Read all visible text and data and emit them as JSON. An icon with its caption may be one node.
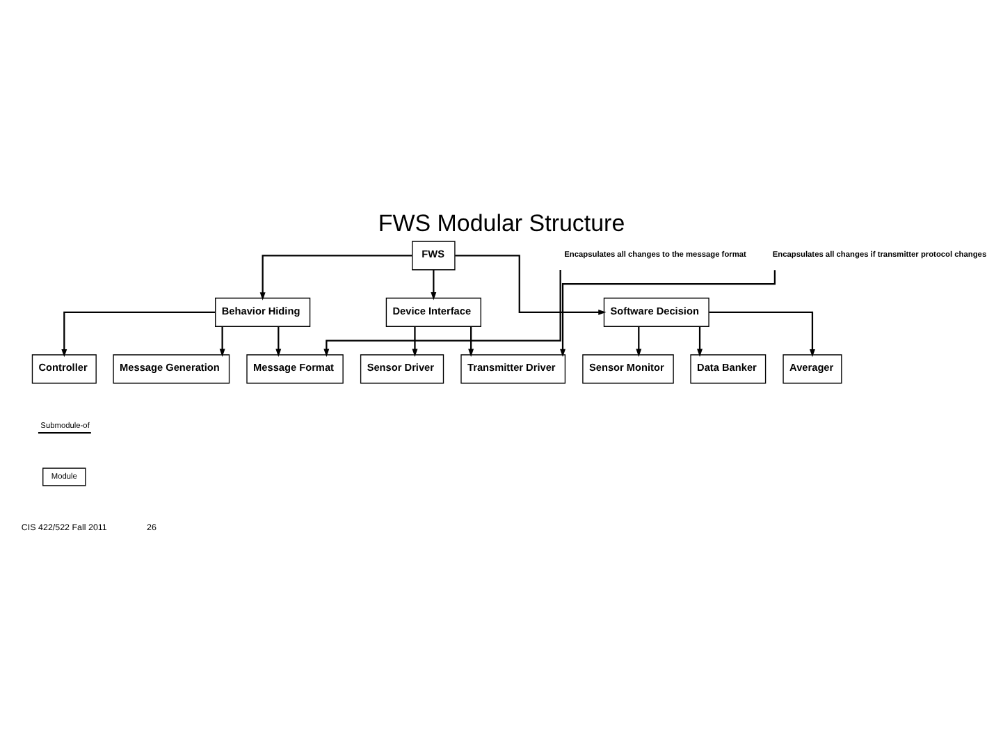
{
  "diagram": {
    "title": "FWS Modular Structure",
    "nodes": [
      {
        "text": [
          "FWS"
        ]
      },
      {
        "text": [
          "Behavior Hiding"
        ]
      },
      {
        "text": [
          "Device Interface"
        ]
      },
      {
        "text": [
          "Software Decision"
        ]
      },
      {
        "text": [
          "Sensor Driver"
        ]
      },
      {
        "text": [
          "Transmitter Driver"
        ]
      },
      {
        "text": [
          "Controller"
        ]
      },
      {
        "text": [
          "Message Generation"
        ]
      },
      {
        "text": [
          "Message Format"
        ]
      },
      {
        "text": [
          "Sensor Monitor"
        ]
      },
      {
        "text": [
          "Data Banker"
        ]
      },
      {
        "text": [
          "Averager"
        ]
      },
      {
        "text": [
          "Encapsulates all changes if transmitter protocol changes"
        ]
      },
      {
        "text": [
          "Encapsulates all changes to the message format"
        ]
      }
    ],
    "edges": [
      {
        "from": 0,
        "to": 1,
        "arrow": "to"
      },
      {
        "from": 0,
        "to": 2,
        "arrow": "to"
      },
      {
        "from": 0,
        "to": 3,
        "arrow": "to"
      },
      {
        "from": 2,
        "to": 4,
        "arrow": "to"
      },
      {
        "from": 2,
        "to": 5,
        "arrow": "to"
      },
      {
        "from": 1,
        "to": 6,
        "arrow": "to"
      },
      {
        "from": 1,
        "to": 7,
        "arrow": "to"
      },
      {
        "from": 1,
        "to": 8,
        "arrow": "to"
      },
      {
        "from": 3,
        "to": 9,
        "arrow": "to"
      },
      {
        "from": 3,
        "to": 10,
        "arrow": "to"
      },
      {
        "from": 3,
        "to": 11,
        "arrow": "to"
      },
      {
        "from": 12,
        "to": 5,
        "arrow": "to"
      },
      {
        "from": 13,
        "to": 8,
        "arrow": "to"
      }
    ],
    "labels": [
      "CIS 422/522 Fall 2011",
      "26"
    ],
    "legend": [
      {
        "text": "Submodule-of"
      },
      {
        "text": "Module"
      }
    ]
  }
}
